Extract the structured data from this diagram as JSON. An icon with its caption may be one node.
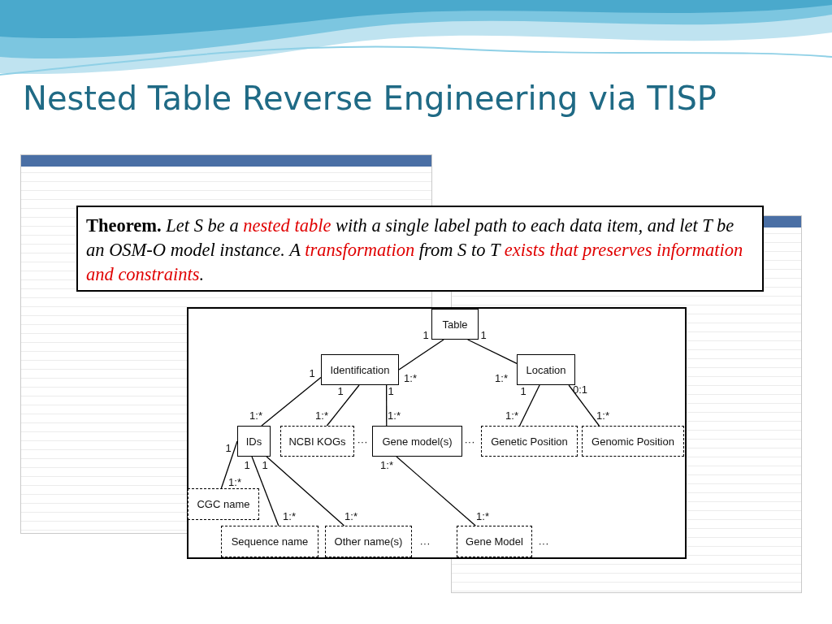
{
  "diagram": {
    "title": "Nested Table Reverse Engineering via TISP",
    "nodes": [
      {
        "text": [
          "**Theorem.** Let S be a *nested table* with a single label path to each data item, and let T be an OSM-O model instance. A *transformation* from S to T *exists that preserves information and constraints*."
        ]
      },
      {
        "text": [
          "Table"
        ]
      },
      {
        "text": [
          "Identification"
        ]
      },
      {
        "text": [
          "Location"
        ]
      },
      {
        "text": [
          "IDs"
        ]
      },
      {
        "text": [
          "NCBI KOGs"
        ]
      },
      {
        "text": [
          "Gene model(s)"
        ]
      },
      {
        "text": [
          "Genetic Position"
        ]
      },
      {
        "text": [
          "Genomic Position"
        ]
      },
      {
        "text": [
          "CGC name"
        ]
      },
      {
        "text": [
          "Sequence name"
        ]
      },
      {
        "text": [
          "Other name(s)"
        ]
      },
      {
        "text": [
          "Gene Model"
        ]
      }
    ],
    "edges": [
      {
        "from": 1,
        "to": 2,
        "arrow": "none"
      },
      {
        "from": 1,
        "to": 3,
        "arrow": "none"
      },
      {
        "from": 2,
        "to": 4,
        "arrow": "none"
      },
      {
        "from": 2,
        "to": 5,
        "arrow": "none"
      },
      {
        "from": 2,
        "to": 6,
        "arrow": "none"
      },
      {
        "from": 3,
        "to": 7,
        "arrow": "none"
      },
      {
        "from": 3,
        "to": 8,
        "arrow": "none"
      },
      {
        "from": 4,
        "to": 9,
        "arrow": "none"
      },
      {
        "from": 4,
        "to": 10,
        "arrow": "none"
      },
      {
        "from": 4,
        "to": 11,
        "arrow": "none"
      },
      {
        "from": 6,
        "to": 12,
        "arrow": "none"
      }
    ],
    "labels": [
      "1",
      "1",
      "1",
      "1:*",
      "1:*",
      "1",
      "1",
      "1",
      "0:1",
      "1:*",
      "1:*",
      "1:*",
      "1:*",
      "1:*",
      "···",
      "···",
      "1",
      "1",
      "1",
      "1:*",
      "1:*",
      "1:*",
      "1:*",
      "1:*",
      "···",
      "···"
    ]
  }
}
